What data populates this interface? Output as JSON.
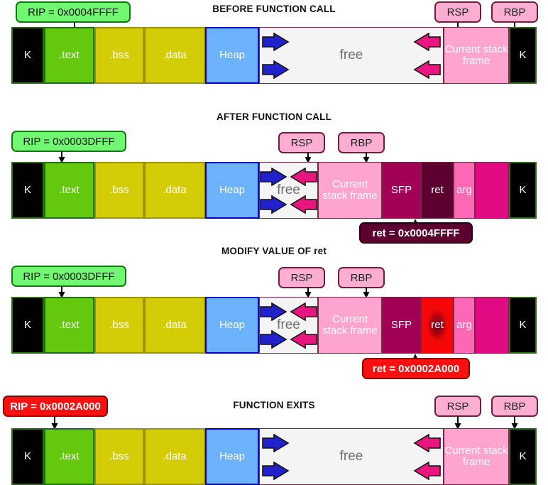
{
  "diagram": {
    "title_kind": "stack-buffer-overflow-memory-layout",
    "panels": [
      {
        "title": "BEFORE FUNCTION CALL",
        "callouts": [
          {
            "name": "rip",
            "text": "RIP = 0x0004FFFF",
            "style": "green"
          },
          {
            "name": "rsp",
            "text": "RSP",
            "style": "pink"
          },
          {
            "name": "rbp",
            "text": "RBP",
            "style": "pink"
          }
        ],
        "segments": [
          {
            "name": "kernel-left",
            "label": "K"
          },
          {
            "name": "text",
            "label": ".text"
          },
          {
            "name": "bss",
            "label": ".bss"
          },
          {
            "name": "data",
            "label": ".data"
          },
          {
            "name": "heap",
            "label": "Heap"
          },
          {
            "name": "free",
            "label": "free"
          },
          {
            "name": "current-stack-frame",
            "label": "Current stack frame"
          },
          {
            "name": "kernel-right",
            "label": "K"
          }
        ]
      },
      {
        "title": "AFTER FUNCTION CALL",
        "callouts": [
          {
            "name": "rip",
            "text": "RIP = 0x0003DFFF",
            "style": "green"
          },
          {
            "name": "rsp",
            "text": "RSP",
            "style": "pink"
          },
          {
            "name": "rbp",
            "text": "RBP",
            "style": "pink"
          },
          {
            "name": "ret-value",
            "text": "ret = 0x0004FFFF",
            "style": "maroon"
          }
        ],
        "segments": [
          {
            "name": "kernel-left",
            "label": "K"
          },
          {
            "name": "text",
            "label": ".text"
          },
          {
            "name": "bss",
            "label": ".bss"
          },
          {
            "name": "data",
            "label": ".data"
          },
          {
            "name": "heap",
            "label": "Heap"
          },
          {
            "name": "free",
            "label": "free"
          },
          {
            "name": "current-stack-frame",
            "label": "Current stack frame"
          },
          {
            "name": "sfp",
            "label": "SFP"
          },
          {
            "name": "ret",
            "label": "ret"
          },
          {
            "name": "arg",
            "label": "arg"
          },
          {
            "name": "stack-rest",
            "label": ""
          },
          {
            "name": "kernel-right",
            "label": "K"
          }
        ]
      },
      {
        "title": "MODIFY VALUE OF ret",
        "callouts": [
          {
            "name": "rip",
            "text": "RIP = 0x0003DFFF",
            "style": "green"
          },
          {
            "name": "rsp",
            "text": "RSP",
            "style": "pink"
          },
          {
            "name": "rbp",
            "text": "RBP",
            "style": "pink"
          },
          {
            "name": "ret-value",
            "text": "ret = 0x0002A000",
            "style": "red"
          }
        ],
        "segments": [
          {
            "name": "kernel-left",
            "label": "K"
          },
          {
            "name": "text",
            "label": ".text"
          },
          {
            "name": "bss",
            "label": ".bss"
          },
          {
            "name": "data",
            "label": ".data"
          },
          {
            "name": "heap",
            "label": "Heap"
          },
          {
            "name": "free",
            "label": "free"
          },
          {
            "name": "current-stack-frame",
            "label": "Current stack frame"
          },
          {
            "name": "sfp",
            "label": "SFP"
          },
          {
            "name": "ret",
            "label": "ret"
          },
          {
            "name": "arg",
            "label": "arg"
          },
          {
            "name": "stack-rest",
            "label": ""
          },
          {
            "name": "kernel-right",
            "label": "K"
          }
        ]
      },
      {
        "title": "FUNCTION EXITS",
        "callouts": [
          {
            "name": "rip",
            "text": "RIP = 0x0002A000",
            "style": "red"
          },
          {
            "name": "rsp",
            "text": "RSP",
            "style": "pink"
          },
          {
            "name": "rbp",
            "text": "RBP",
            "style": "pink"
          }
        ],
        "segments": [
          {
            "name": "kernel-left",
            "label": "K"
          },
          {
            "name": "text",
            "label": ".text"
          },
          {
            "name": "bss",
            "label": ".bss"
          },
          {
            "name": "data",
            "label": ".data"
          },
          {
            "name": "heap",
            "label": "Heap"
          },
          {
            "name": "free",
            "label": "free"
          },
          {
            "name": "current-stack-frame",
            "label": "Current stack frame"
          },
          {
            "name": "kernel-right",
            "label": "K"
          }
        ]
      }
    ],
    "colors": {
      "kernel": "#000000",
      "text_segment": "#64c80f",
      "bss_data": "#d4cc06",
      "heap": "#6cb2fa",
      "free": "#f4f4f4",
      "current_stack_frame": "#ffa4cf",
      "sfp": "#a10055",
      "ret": "#5c0030",
      "ret_highlight": "#f90808",
      "arg": "#fb69b4",
      "stack_rest": "#e00a82",
      "grow_arrow_blue": "#2222cc",
      "grow_arrow_pink": "#e8167e",
      "callout_green": "#72f772",
      "callout_pink": "#fbaed2",
      "callout_maroon": "#5c0030",
      "callout_red": "#f91111"
    }
  }
}
